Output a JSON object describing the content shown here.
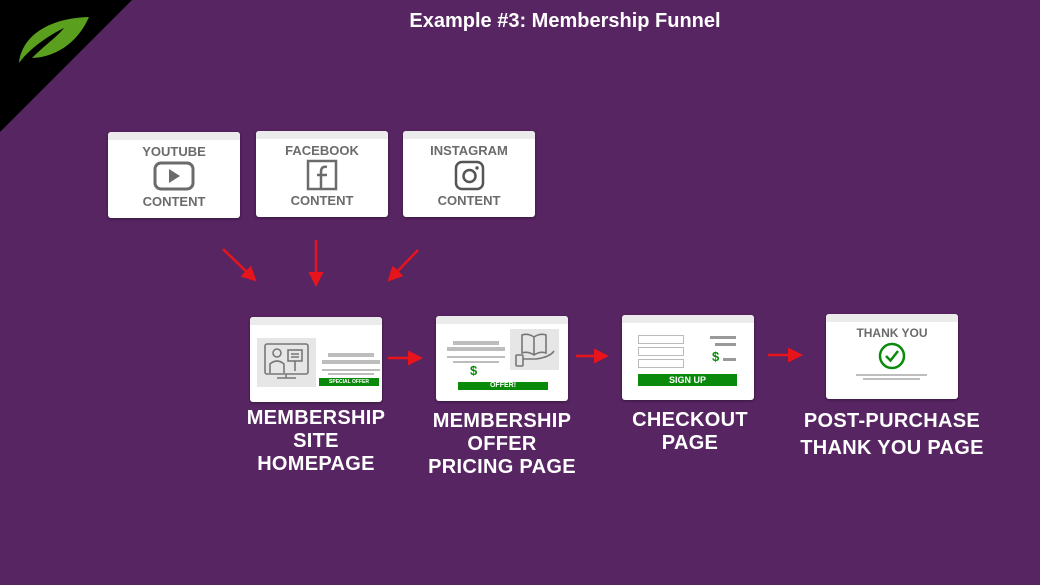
{
  "title": "Example #3: Membership Funnel",
  "colors": {
    "background": "#582563",
    "arrow": "#e8141b",
    "button_green": "#0a8a0a",
    "leaf": "#5aa01e"
  },
  "sources": [
    {
      "top": "YOUTUBE",
      "bottom": "CONTENT",
      "icon": "youtube-icon"
    },
    {
      "top": "FACEBOOK",
      "bottom": "CONTENT",
      "icon": "facebook-icon"
    },
    {
      "top": "INSTAGRAM",
      "bottom": "CONTENT",
      "icon": "instagram-icon"
    }
  ],
  "steps": [
    {
      "label_lines": [
        "MEMBERSHIP",
        "SITE",
        "HOMEPAGE"
      ],
      "button": "SPECIAL OFFER"
    },
    {
      "label_lines": [
        "MEMBERSHIP",
        "OFFER",
        "PRICING PAGE"
      ],
      "button": "OFFER!",
      "price_symbol": "$"
    },
    {
      "label_lines": [
        "CHECKOUT",
        "PAGE"
      ],
      "button": "SIGN UP",
      "price_symbol": "$"
    },
    {
      "label_lines": [
        "POST-PURCHASE",
        "THANK YOU PAGE"
      ],
      "heading": "THANK YOU"
    }
  ]
}
